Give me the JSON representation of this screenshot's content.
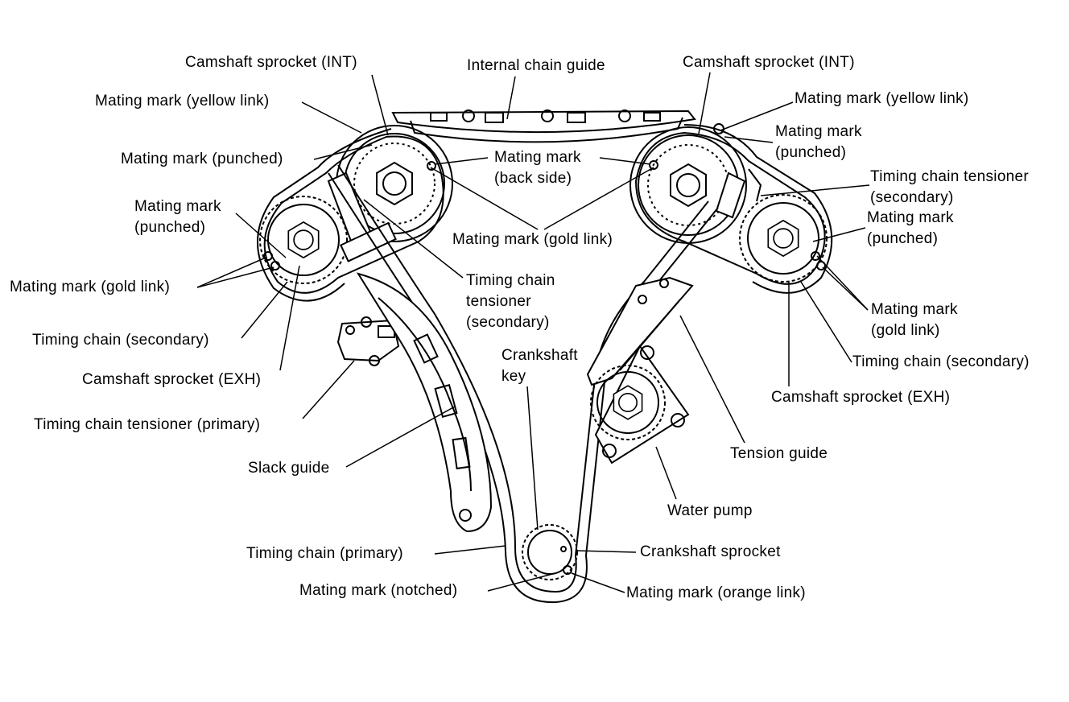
{
  "labels": {
    "cam_int_left": "Camshaft sprocket (INT)",
    "internal_guide": "Internal chain guide",
    "cam_int_right": "Camshaft sprocket (INT)",
    "mm_yellow_left": "Mating mark (yellow link)",
    "mm_yellow_right": "Mating mark (yellow link)",
    "mm_punched_top_left": "Mating mark (punched)",
    "mm_punched_top_right_1": "Mating mark",
    "mm_punched_top_right_2": "(punched)",
    "mm_back_1": "Mating mark",
    "mm_back_2": "(back side)",
    "tcs_right_top_1": "Timing chain tensioner",
    "tcs_right_top_2": "(secondary)",
    "mm_punched_left_1": "Mating mark",
    "mm_punched_left_2": "(punched)",
    "mm_punched_right_1": "Mating mark",
    "mm_punched_right_2": "(punched)",
    "mm_gold_center": "Mating mark (gold link)",
    "mm_gold_left": "Mating mark (gold link)",
    "tcs_center_1": "Timing chain",
    "tcs_center_2": "tensioner",
    "tcs_center_3": "(secondary)",
    "mm_gold_right_1": "Mating mark",
    "mm_gold_right_2": "(gold link)",
    "tc_secondary_left": "Timing chain (secondary)",
    "tc_secondary_right": "Timing chain (secondary)",
    "crank_key_1": "Crankshaft",
    "crank_key_2": "key",
    "cam_exh_left": "Camshaft sprocket (EXH)",
    "cam_exh_right": "Camshaft sprocket (EXH)",
    "tct_primary": "Timing chain tensioner (primary)",
    "tension_guide": "Tension guide",
    "slack_guide": "Slack guide",
    "water_pump": "Water pump",
    "tc_primary": "Timing chain (primary)",
    "crank_sprocket": "Crankshaft sprocket",
    "mm_notched": "Mating mark (notched)",
    "mm_orange": "Mating mark (orange link)"
  }
}
